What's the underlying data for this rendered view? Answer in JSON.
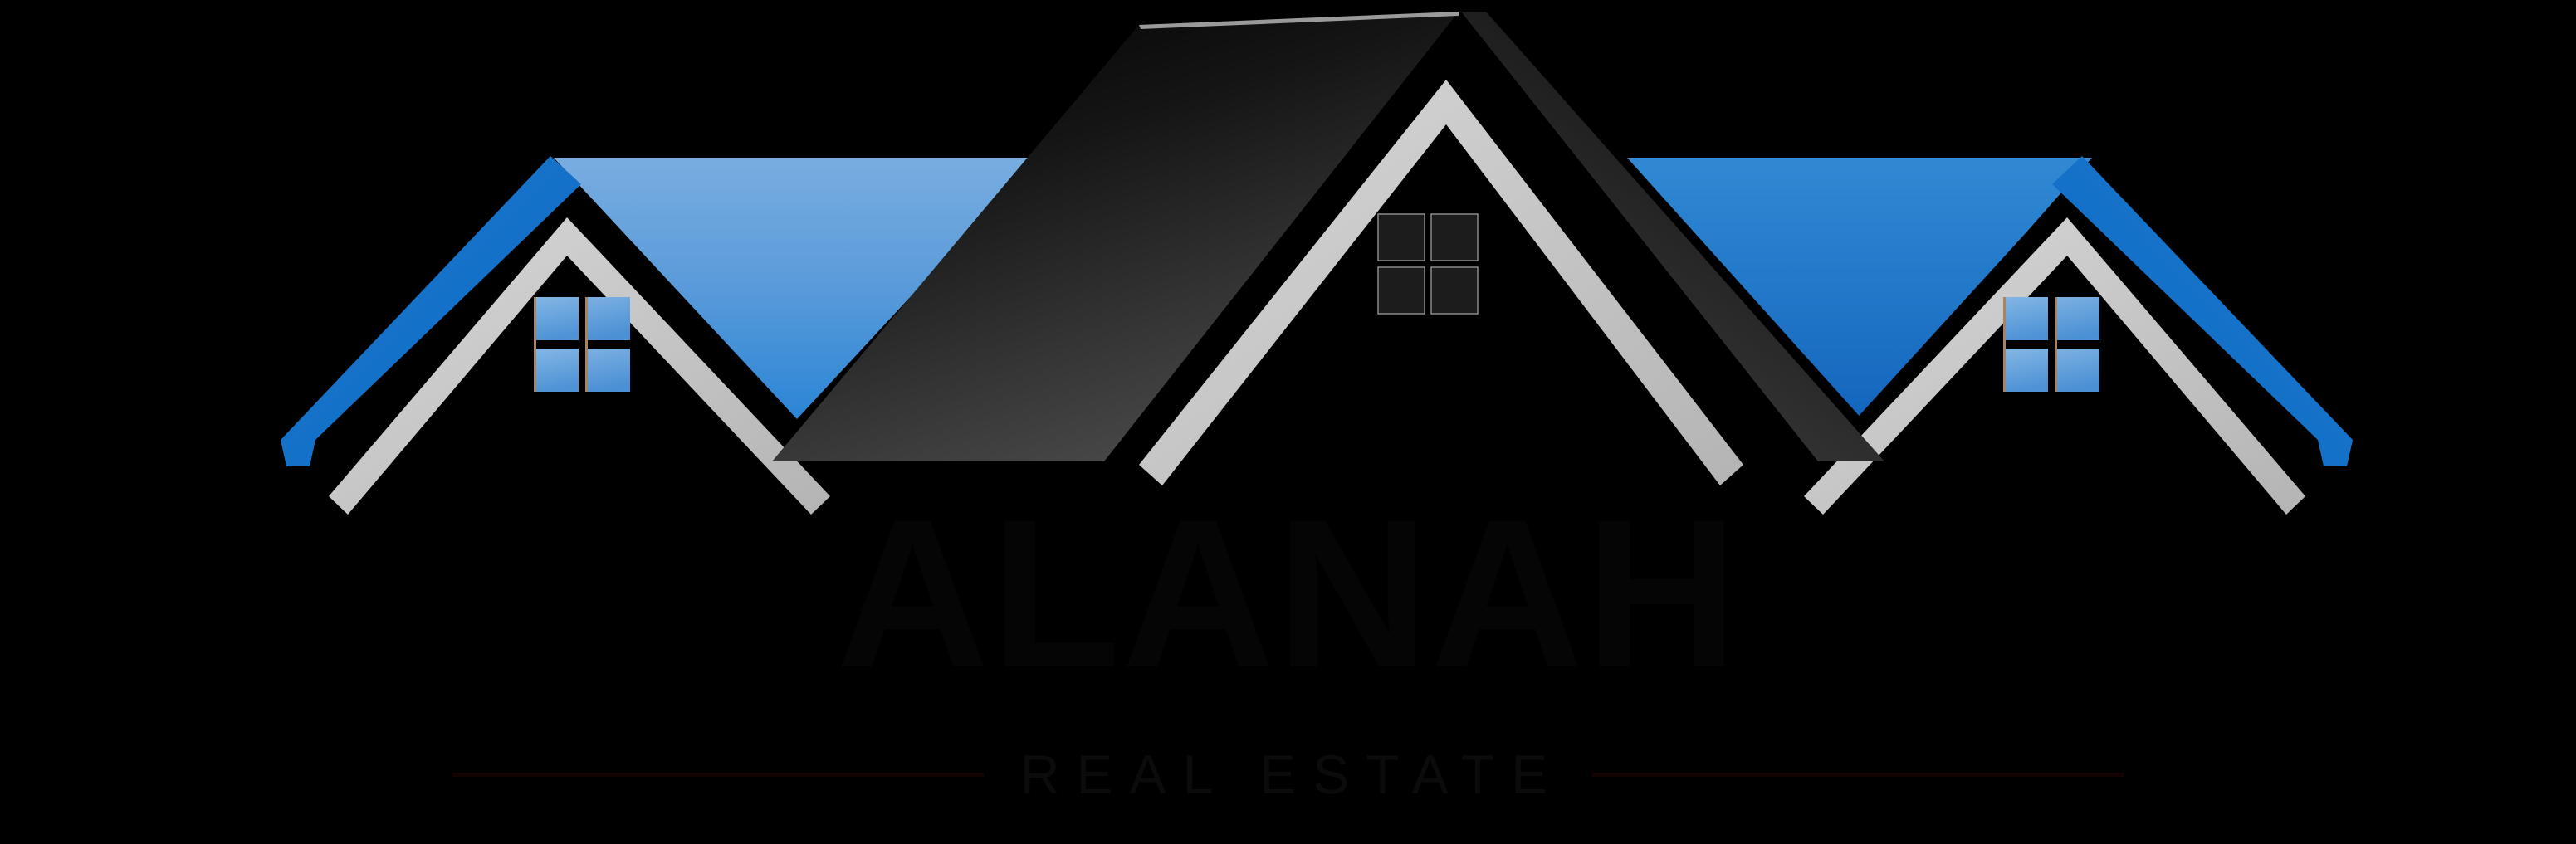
{
  "logo": {
    "brand_name": "ALANAH",
    "tagline": "REAL ESTATE",
    "alt_text": "Three-house rooftop real estate logo",
    "colors": {
      "background": "#000000",
      "roof_blue_light_top": "#74AADE",
      "roof_blue_light_bottom": "#2B85D6",
      "roof_blue_dark_top": "#2E85D0",
      "roof_blue_dark_bottom": "#1566BD",
      "eave_blue": "#0E6FC8",
      "eave_silver": "#C9C9C9",
      "center_roof_dark_top": "#050505",
      "center_roof_dark_bottom": "#464646",
      "center_window_fill": "#1C1C1C",
      "window_pane_light": "#7FB2E2",
      "window_pane_dark": "#4E93D6",
      "window_mullion": "#A9855F",
      "text_dark": "#050505",
      "rule_dark_red": "#140303"
    },
    "houses": [
      {
        "name": "left-house",
        "roof_style": "light-blue-gradient",
        "window_panes": 4,
        "window_style": "blue"
      },
      {
        "name": "center-house",
        "roof_style": "dark-charcoal-gradient",
        "window_panes": 4,
        "window_style": "dark"
      },
      {
        "name": "right-house",
        "roof_style": "deep-blue-gradient",
        "window_panes": 4,
        "window_style": "blue"
      }
    ]
  }
}
